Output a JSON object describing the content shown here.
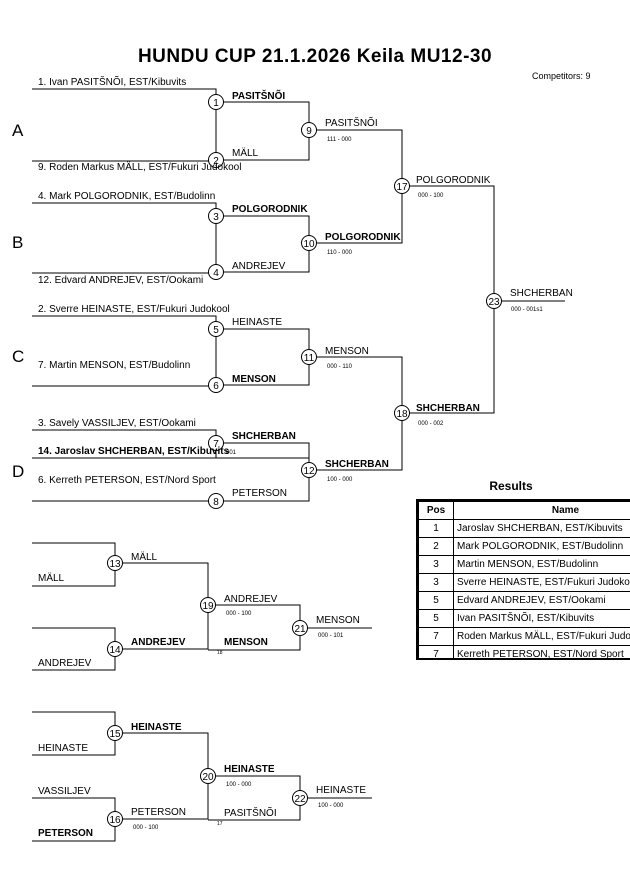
{
  "header": {
    "title": "HUNDU CUP  21.1.2026  Keila   MU12-30",
    "competitors": "Competitors: 9"
  },
  "pools": [
    "A",
    "B",
    "C",
    "D"
  ],
  "entries": [
    "1. Ivan PASITŠNÕI, EST/Kibuvits",
    "9. Roden Markus MÄLL, EST/Fukuri Judokool",
    "4. Mark POLGORODNIK, EST/Budolinn",
    "12. Edvard ANDREJEV, EST/Ookami",
    "2. Sverre HEINASTE, EST/Fukuri Judokool",
    "7. Martin MENSON, EST/Budolinn",
    "3. Savely VASSILJEV, EST/Ookami",
    "14. Jaroslav SHCHERBAN, EST/Kibuvits",
    "6. Kerreth PETERSON, EST/Nord Sport"
  ],
  "matches": [
    {
      "id": "1",
      "top": "PASITŠNÕI",
      "bottom": "MÄLL",
      "score": ""
    },
    {
      "id": "2",
      "top": "",
      "bottom": "",
      "score": ""
    },
    {
      "id": "3",
      "top": "POLGORODNIK",
      "bottom": "ANDREJEV",
      "score": ""
    },
    {
      "id": "4",
      "top": "",
      "bottom": "",
      "score": ""
    },
    {
      "id": "5",
      "top": "HEINASTE",
      "bottom": "MENSON",
      "score": ""
    },
    {
      "id": "6",
      "top": "",
      "bottom": "",
      "score": ""
    },
    {
      "id": "7",
      "top": "SHCHERBAN",
      "bottom": "PETERSON",
      "score": "001"
    },
    {
      "id": "8",
      "top": "",
      "bottom": "",
      "score": ""
    },
    {
      "id": "9",
      "winner": "PASITŠNÕI",
      "score": "111 - 000"
    },
    {
      "id": "10",
      "winner": "POLGORODNIK",
      "score": "110 - 000"
    },
    {
      "id": "11",
      "winner": "MENSON",
      "score": "000 - 110"
    },
    {
      "id": "12",
      "winner": "SHCHERBAN",
      "score": "100 - 000"
    },
    {
      "id": "17",
      "winner": "POLGORODNIK",
      "score": "000 - 100"
    },
    {
      "id": "18",
      "winner": "SHCHERBAN",
      "score": "000 - 002"
    },
    {
      "id": "23",
      "winner": "SHCHERBAN",
      "score": "000 - 001s1"
    }
  ],
  "repechage": {
    "block1": {
      "r13": {
        "id": "13",
        "top": "MÄLL",
        "label": "MÄLL"
      },
      "r14": {
        "id": "14",
        "top": "ANDREJEV",
        "label": "ANDREJEV"
      },
      "r19": {
        "id": "19",
        "top": "ANDREJEV",
        "score": "000 - 100",
        "bottom": "MENSON",
        "note": "18"
      },
      "r21": {
        "id": "21",
        "winner": "MENSON",
        "score": "000 - 101"
      }
    },
    "block2": {
      "r15": {
        "id": "15",
        "top": "HEINASTE",
        "label": "HEINASTE"
      },
      "r16": {
        "id": "16",
        "top": "PETERSON",
        "score": "000 - 100",
        "label_top": "VASSILJEV",
        "label_bottom": "PETERSON"
      },
      "r20": {
        "id": "20",
        "top": "HEINASTE",
        "score": "100 - 000",
        "bottom": "PASITŠNÕI",
        "note": "17"
      },
      "r22": {
        "id": "22",
        "winner": "HEINASTE",
        "score": "100 - 000"
      }
    }
  },
  "results": {
    "title": "Results",
    "headers": [
      "Pos",
      "Name"
    ],
    "rows": [
      {
        "pos": "1",
        "name": "Jaroslav SHCHERBAN, EST/Kibuvits"
      },
      {
        "pos": "2",
        "name": "Mark POLGORODNIK, EST/Budolinn"
      },
      {
        "pos": "3",
        "name": "Martin MENSON, EST/Budolinn"
      },
      {
        "pos": "3",
        "name": "Sverre HEINASTE, EST/Fukuri Judokool"
      },
      {
        "pos": "5",
        "name": "Edvard ANDREJEV, EST/Ookami"
      },
      {
        "pos": "5",
        "name": "Ivan PASITŠNÕI, EST/Kibuvits"
      },
      {
        "pos": "7",
        "name": "Roden Markus MÄLL, EST/Fukuri Judokool"
      },
      {
        "pos": "7",
        "name": "Kerreth PETERSON, EST/Nord Sport"
      }
    ]
  }
}
